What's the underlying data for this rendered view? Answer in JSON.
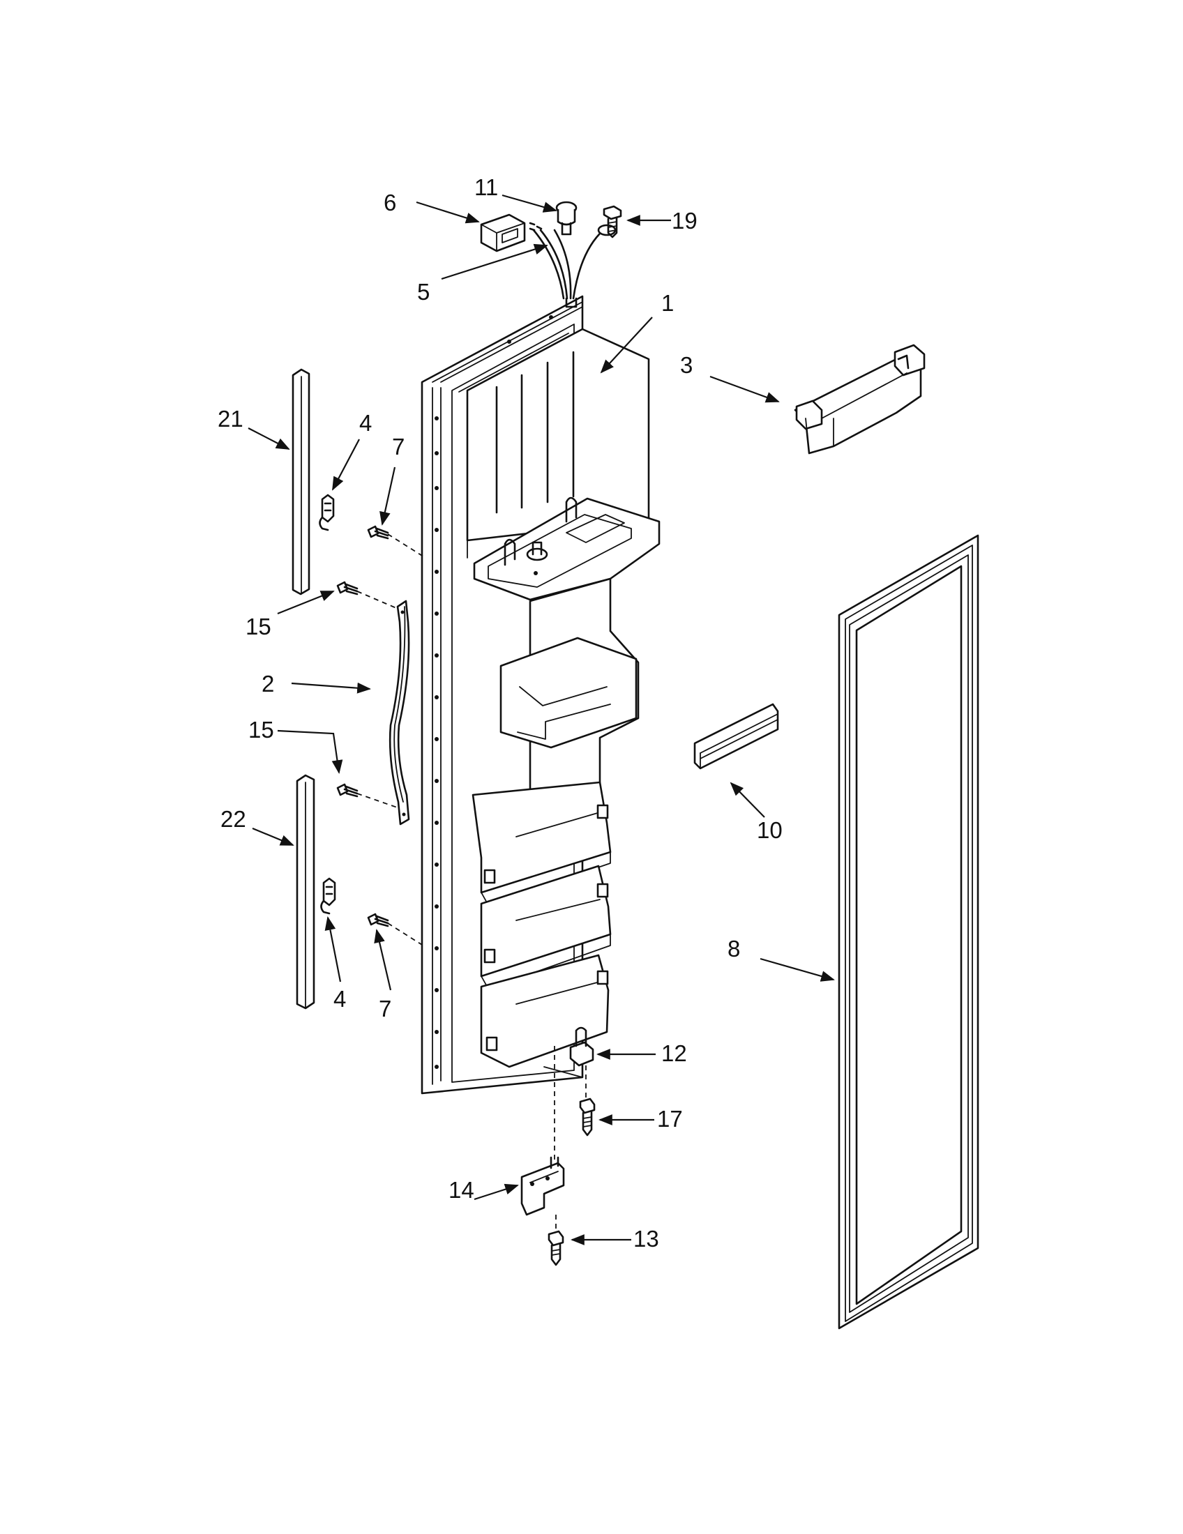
{
  "callouts": [
    {
      "id": "c1",
      "text": "1"
    },
    {
      "id": "c2",
      "text": "2"
    },
    {
      "id": "c3",
      "text": "3"
    },
    {
      "id": "c4a",
      "text": "4"
    },
    {
      "id": "c4b",
      "text": "4"
    },
    {
      "id": "c5",
      "text": "5"
    },
    {
      "id": "c6",
      "text": "6"
    },
    {
      "id": "c7a",
      "text": "7"
    },
    {
      "id": "c7b",
      "text": "7"
    },
    {
      "id": "c8",
      "text": "8"
    },
    {
      "id": "c10",
      "text": "10"
    },
    {
      "id": "c11",
      "text": "11"
    },
    {
      "id": "c12",
      "text": "12"
    },
    {
      "id": "c13",
      "text": "13"
    },
    {
      "id": "c14",
      "text": "14"
    },
    {
      "id": "c15a",
      "text": "15"
    },
    {
      "id": "c15b",
      "text": "15"
    },
    {
      "id": "c17",
      "text": "17"
    },
    {
      "id": "c19",
      "text": "19"
    },
    {
      "id": "c21",
      "text": "21"
    },
    {
      "id": "c22",
      "text": "22"
    }
  ]
}
